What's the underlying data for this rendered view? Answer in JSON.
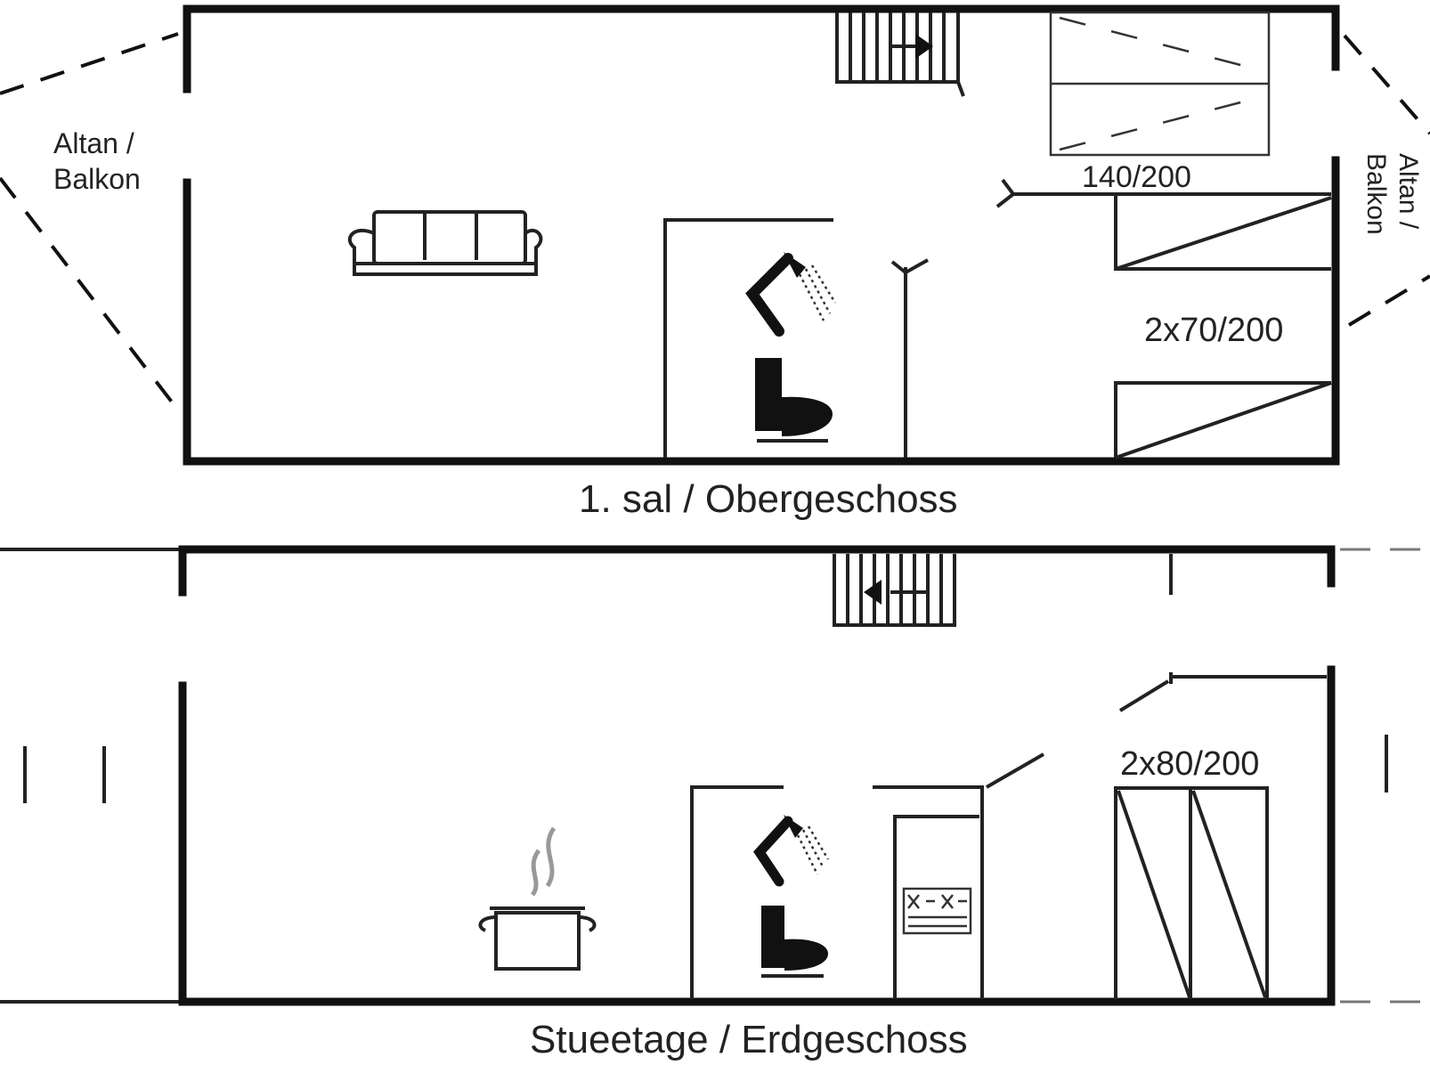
{
  "floors": {
    "upper": {
      "caption": "1. sal / Obergeschoss",
      "balcony_left": [
        "Altan /",
        "Balkon"
      ],
      "balcony_right": [
        "Altan /",
        "Balkon"
      ],
      "bed_double": "140/200",
      "bed_twin": "2x70/200"
    },
    "ground": {
      "caption": "Stueetage / Erdgeschoss",
      "bed_twin": "2x80/200"
    }
  },
  "icons": [
    "sofa-icon",
    "shower-icon",
    "toilet-icon",
    "cooking-pot-icon",
    "sauna-stove-icon",
    "staircase-icon"
  ],
  "colors": {
    "walls": "#111111",
    "background": "#ffffff"
  }
}
